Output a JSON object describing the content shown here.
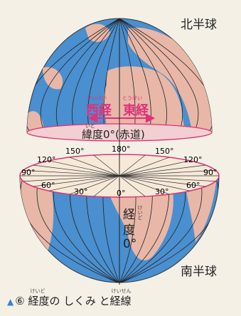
{
  "labels": {
    "north_hemisphere": "北半球",
    "south_hemisphere": "南半球",
    "west_longitude": "西経",
    "east_longitude": "東経",
    "west_longitude_ruby": "せいけい",
    "east_longitude_ruby": "とうけい",
    "latitude_zero": "緯度0°(赤道)",
    "latitude_ruby": "いど",
    "longitude_vertical_1": "経",
    "longitude_vertical_2": "度",
    "longitude_vertical_3": "0°",
    "longitude_vertical_ruby": "けいど"
  },
  "equator_ticks": {
    "top": [
      "150°",
      "180°",
      "150°",
      "120°",
      "120°",
      "90°",
      "90°"
    ],
    "bottom": [
      "60°",
      "30°",
      "0°",
      "30°",
      "60°"
    ]
  },
  "caption": {
    "number": "⑥",
    "text_1": "経度",
    "text_2": "の しくみ と",
    "text_3": "経線",
    "ruby_1": "けいど",
    "ruby_2": "けいせん"
  },
  "colors": {
    "ocean": "#4a8fcf",
    "land": "#e8b7a8",
    "accent": "#e0317a",
    "background": "#f4f0e6"
  }
}
